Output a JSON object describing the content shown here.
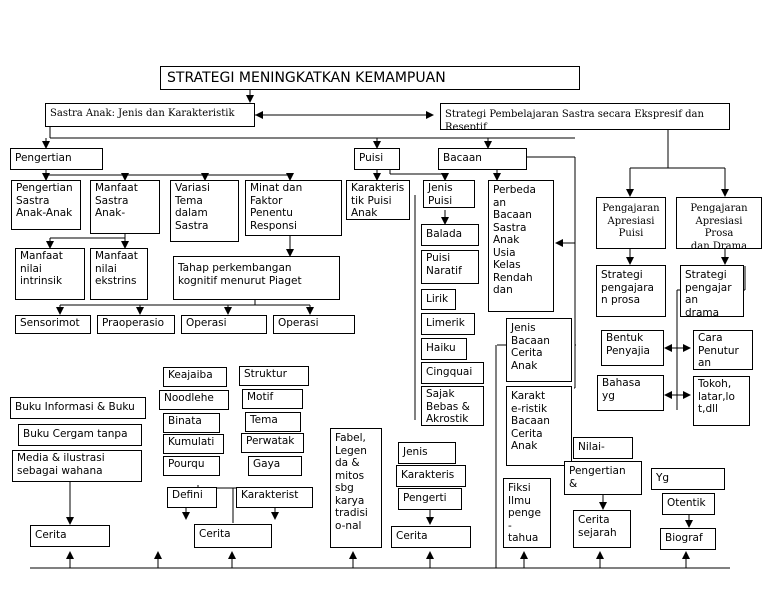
{
  "title": "STRATEGI MENINGKATKAN KEMAMPUAN",
  "left_branch": "Sastra Anak: Jenis dan Karakteristik",
  "right_branch": "Strategi Pembelajaran Sastra secara Ekspresif dan Reseptif",
  "l1": {
    "pengertian": "Pengertian",
    "puisi": "Puisi",
    "bacaan": "Bacaan"
  },
  "pengertian_children": {
    "pengertian_sastra": "Pengertian\nSastra\nAnak-Anak",
    "manfaat_sastra": "Manfaat\nSastra\nAnak-",
    "variasi_tema": "Variasi\nTema\ndalam\nSastra",
    "minat_faktor": "Minat dan\nFaktor\nPenentu\nResponsi",
    "manfaat_intrinsik": "Manfaat\nnilai\nintrinsik",
    "manfaat_ekstrinsik": "Manfaat\nnilai\nekstrins",
    "tahap": "Tahap perkembangan\nkognitif menurut Piaget"
  },
  "piaget": {
    "sensorimot": "Sensorimot",
    "praoperasio": "Praoperasio",
    "operasi1": "Operasi",
    "operasi2": "Operasi"
  },
  "puisi_children": {
    "karakteristik": "Karakteris\ntik Puisi\nAnak",
    "jenis_puisi": "Jenis\nPuisi",
    "balada": "Balada",
    "naratif": "Puisi\nNaratif",
    "lirik": "Lirik",
    "limerik": "Limerik",
    "haiku": "Haiku",
    "cingquai": "Cingquai",
    "sajak": "Sajak\nBebas &\nAkrostik"
  },
  "bacaan_children": {
    "perbedaan": "Perbeda\nan\nBacaan\nSastra\nAnak\nUsia\nKelas\nRendah\ndan",
    "jenis_bacaan": "Jenis\nBacaan\nCerita\nAnak",
    "karakteristik_bacaan": "Karakt\ne-ristik\nBacaan\nCerita\nAnak"
  },
  "strategi": {
    "apresiasi_puisi": "Pengajaran\nApresiasi\nPuisi",
    "apresiasi_prosa": "Pengajaran\nApresiasi Prosa\ndan Drama",
    "strategi_prosa": "Strategi\npengajara\nn prosa",
    "strategi_drama": "Strategi\npengajar\nan\ndrama"
  },
  "prosa_elements": {
    "bentuk": "Bentuk\nPenyajia",
    "cara": "Cara\nPenutur\nan",
    "bahasa": "Bahasa\nyg",
    "tokoh": "Tokoh,\nlatar,lo\nt,dll"
  },
  "left_stack": {
    "informasi": "Buku Informasi & Buku",
    "cergam": "Buku Cergam tanpa",
    "media": "Media & ilustrasi\nsebagai wahana",
    "cerita": "Cerita"
  },
  "middle_stack": {
    "keajaiban": "Keajaiba",
    "noodlehe": "Noodlehe",
    "binata": "Binata",
    "kumulati": "Kumulati",
    "pourqu": "Pourqu",
    "struktur": "Struktur",
    "motif": "Motif",
    "tema": "Tema",
    "perwatak": "Perwatak",
    "gaya": "Gaya",
    "defini": "Defini",
    "karakterist": "Karakterist",
    "cerita": "Cerita"
  },
  "fabel": {
    "fabel": "Fabel,\nLegen\nda &\nmitos\nsbg\nkarya\ntradisi\no-nal"
  },
  "jenis_stack": {
    "jenis": "Jenis",
    "karakteris": "Karakteris",
    "pengerti": "Pengerti",
    "cerita": "Cerita"
  },
  "fiksi": {
    "fiksi": "Fiksi\nIlmu\npenge\n-\ntahua"
  },
  "sejarah": {
    "nilai": "Nilai-",
    "pengertian": "Pengertian\n&",
    "cerita_sejarah": "Cerita\nsejarah"
  },
  "biografi": {
    "yg": "Yg",
    "otentik": "Otentik",
    "biograf": "Biograf"
  }
}
